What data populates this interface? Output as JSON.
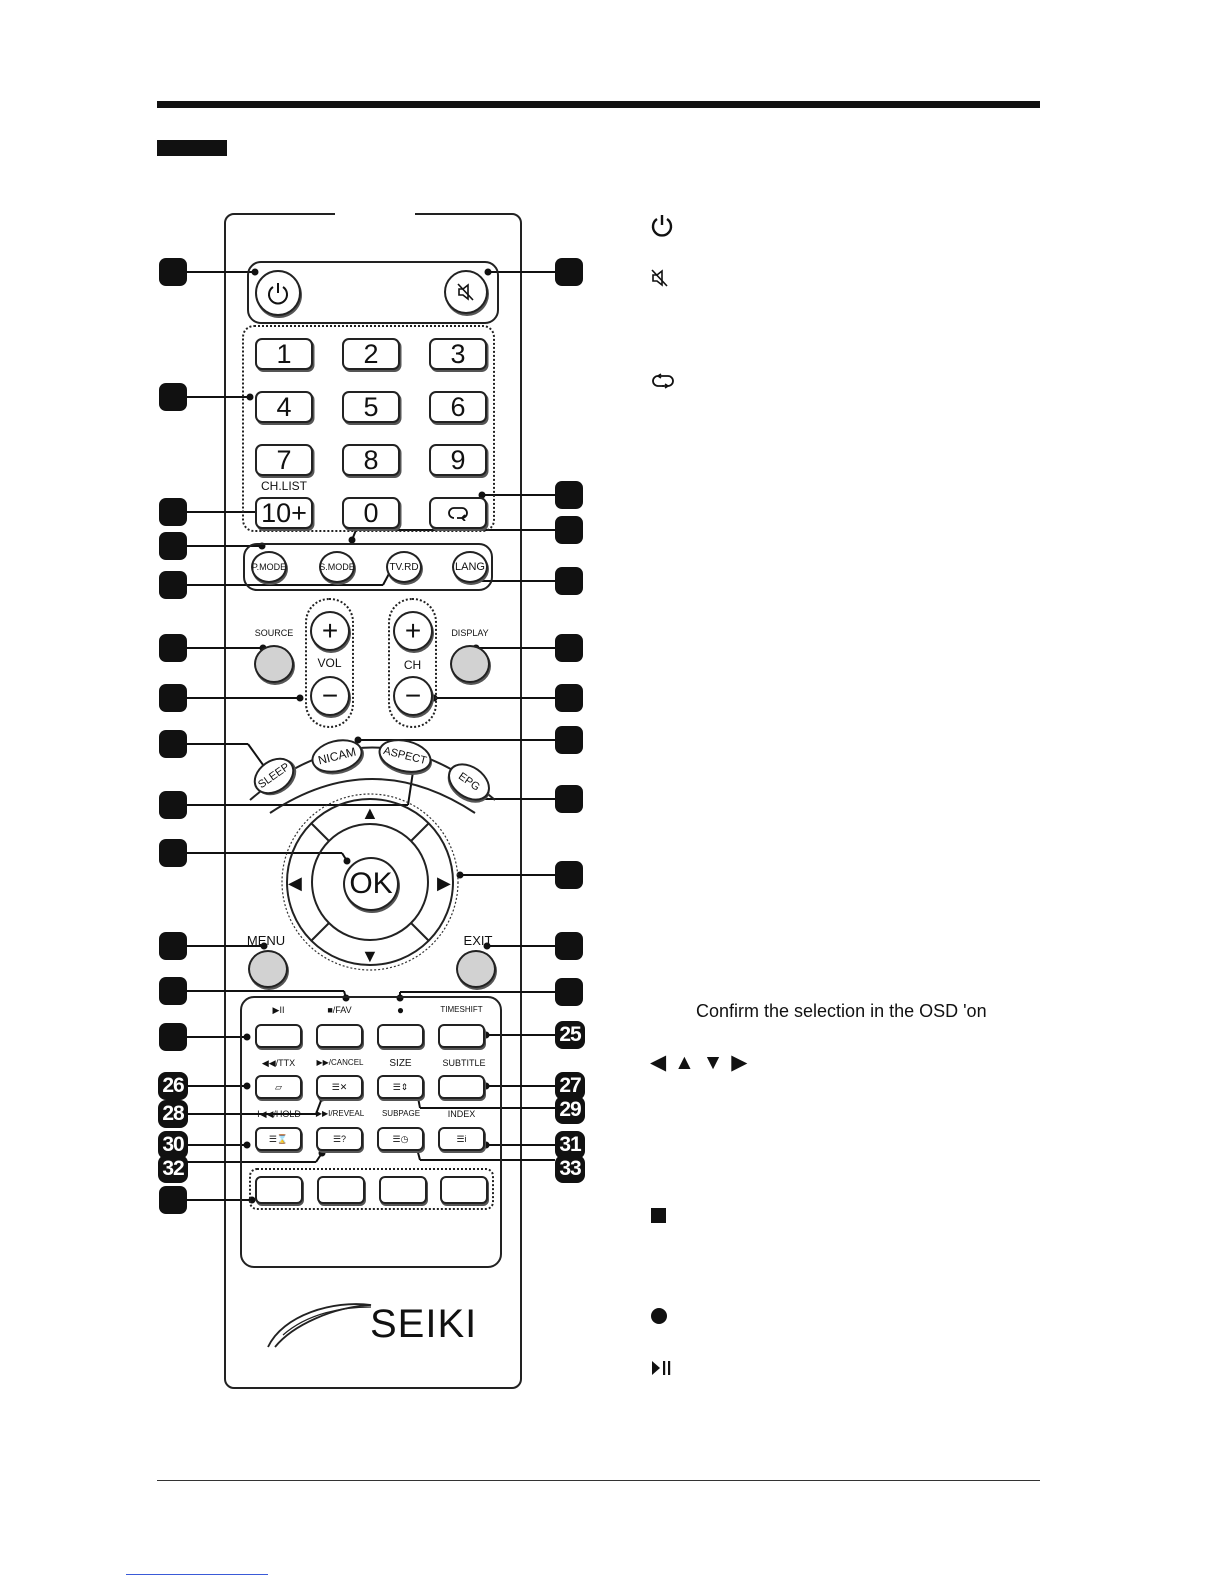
{
  "numpad": [
    "1",
    "2",
    "3",
    "4",
    "5",
    "6",
    "7",
    "8",
    "9"
  ],
  "ten_plus": "10+",
  "zero": "0",
  "ch_list": "CH.LIST",
  "mode_buttons": [
    "P.MODE",
    "S.MODE",
    "TV.RD",
    "LANG"
  ],
  "source": "SOURCE",
  "display": "DISPLAY",
  "vol": "VOL",
  "ch": "CH",
  "arc_buttons": [
    "SLEEP",
    "NICAM",
    "ASPECT",
    "EPG"
  ],
  "ok": "OK",
  "menu": "MENU",
  "exit": "EXIT",
  "media_labels": {
    "play_pause": "▶II",
    "fav": "■/FAV",
    "rec": "●",
    "timeshift": "TIMESHIFT",
    "ttx": "◀◀/TTX",
    "cancel": "▶▶/CANCEL",
    "size": "SIZE",
    "subtitle": "SUBTITLE",
    "hold": "I◀◀/HOLD",
    "reveal": "▶▶I/REVEAL",
    "subpage": "SUBPAGE",
    "index": "INDEX"
  },
  "brand": "SEIKI",
  "callout_numbers": [
    "25",
    "26",
    "27",
    "28",
    "29",
    "30",
    "31",
    "32",
    "33"
  ],
  "right_column": {
    "confirm_text": "Confirm the selection in the OSD 'on",
    "arrow_symbols": "◀ ▲ ▼ ▶"
  }
}
